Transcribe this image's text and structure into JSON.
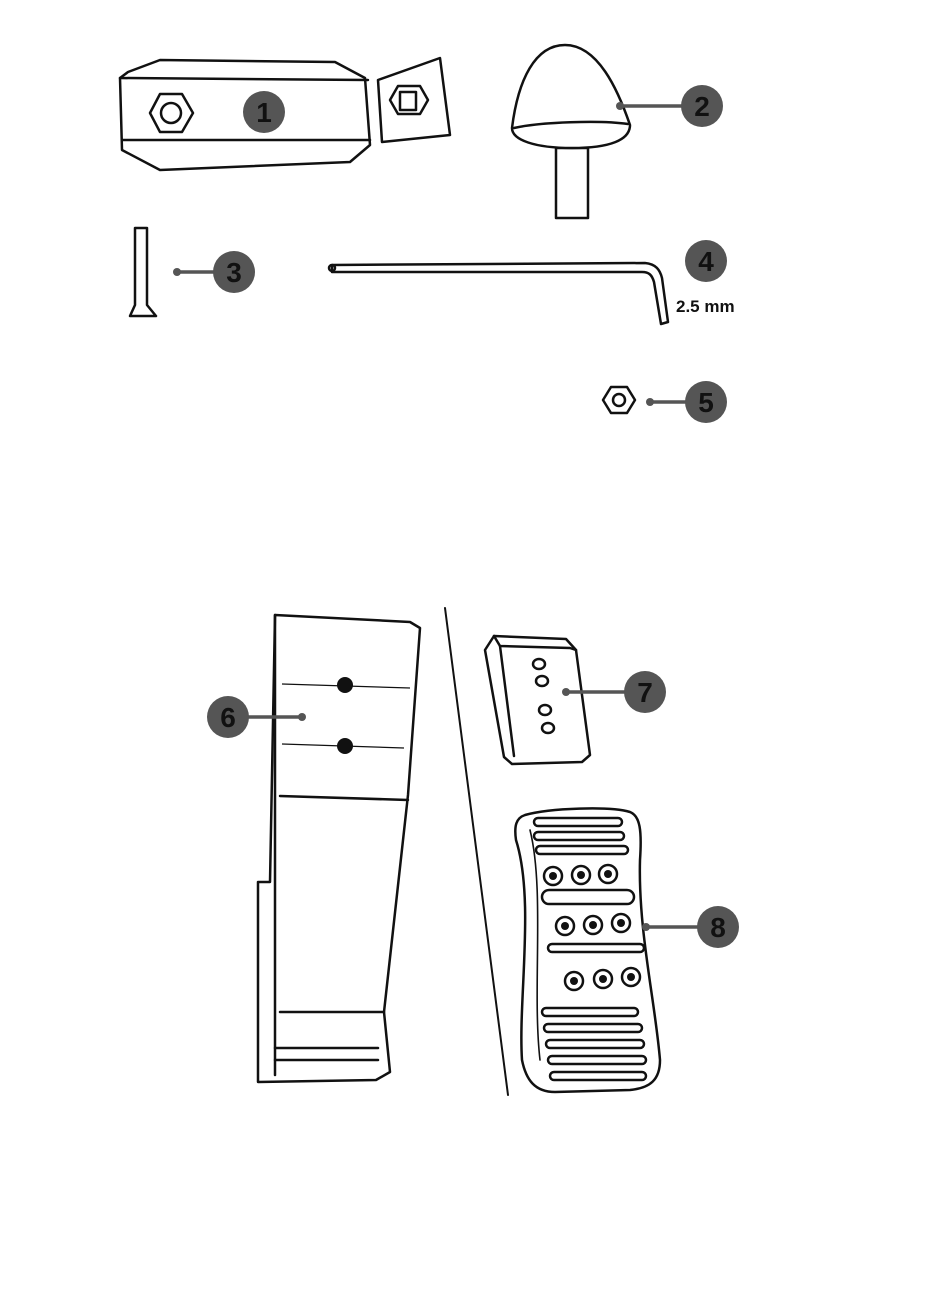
{
  "callouts": [
    {
      "id": "1",
      "label": "1"
    },
    {
      "id": "2",
      "label": "2"
    },
    {
      "id": "3",
      "label": "3"
    },
    {
      "id": "4",
      "label": "4"
    },
    {
      "id": "5",
      "label": "5"
    },
    {
      "id": "6",
      "label": "6"
    },
    {
      "id": "7",
      "label": "7"
    },
    {
      "id": "8",
      "label": "8"
    }
  ],
  "hex_key": {
    "size_label": "2.5 mm"
  },
  "colors": {
    "outline": "#111111",
    "callout_badge": "#555555",
    "background": "#ffffff"
  }
}
